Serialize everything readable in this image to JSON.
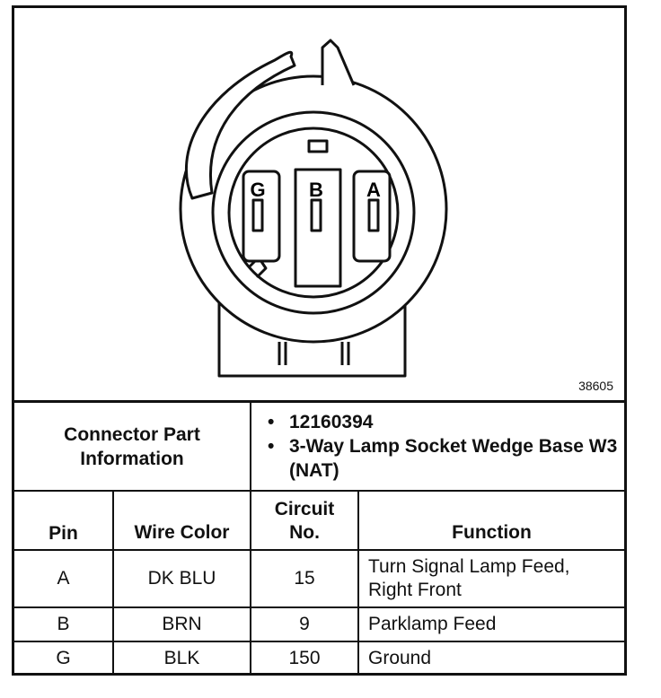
{
  "diagram": {
    "pin_labels": [
      "G",
      "B",
      "A"
    ],
    "figure_number": "38605"
  },
  "part_info": {
    "label_line1": "Connector Part",
    "label_line2": "Information",
    "bullets": [
      "12160394",
      "3-Way Lamp Socket Wedge Base W3 (NAT)"
    ]
  },
  "pin_table": {
    "headers": {
      "pin": "Pin",
      "wire_color": "Wire Color",
      "circuit_line1": "Circuit",
      "circuit_line2": "No.",
      "function": "Function"
    },
    "rows": [
      {
        "pin": "A",
        "wire_color": "DK BLU",
        "circuit": "15",
        "function_line1": "Turn Signal Lamp Feed,",
        "function_line2": "Right Front"
      },
      {
        "pin": "B",
        "wire_color": "BRN",
        "circuit": "9",
        "function_line1": "Parklamp Feed",
        "function_line2": ""
      },
      {
        "pin": "G",
        "wire_color": "BLK",
        "circuit": "150",
        "function_line1": "Ground",
        "function_line2": ""
      }
    ]
  }
}
